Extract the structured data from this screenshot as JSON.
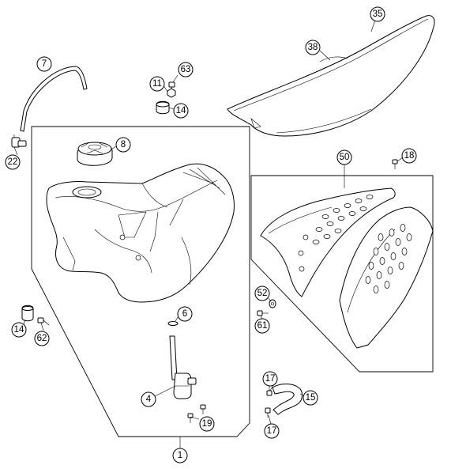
{
  "callouts": [
    {
      "id": "c35",
      "label": "35"
    },
    {
      "id": "c38",
      "label": "38"
    },
    {
      "id": "c7",
      "label": "7"
    },
    {
      "id": "c63",
      "label": "63"
    },
    {
      "id": "c11",
      "label": "11"
    },
    {
      "id": "c14a",
      "label": "14"
    },
    {
      "id": "c8",
      "label": "8"
    },
    {
      "id": "c22",
      "label": "22"
    },
    {
      "id": "c50",
      "label": "50"
    },
    {
      "id": "c18",
      "label": "18"
    },
    {
      "id": "c52",
      "label": "52"
    },
    {
      "id": "c61",
      "label": "61"
    },
    {
      "id": "c14b",
      "label": "14"
    },
    {
      "id": "c62",
      "label": "62"
    },
    {
      "id": "c6",
      "label": "6"
    },
    {
      "id": "c4",
      "label": "4"
    },
    {
      "id": "c19",
      "label": "19"
    },
    {
      "id": "c17a",
      "label": "17"
    },
    {
      "id": "c15",
      "label": "15"
    },
    {
      "id": "c17b",
      "label": "17"
    },
    {
      "id": "c1",
      "label": "1"
    }
  ]
}
